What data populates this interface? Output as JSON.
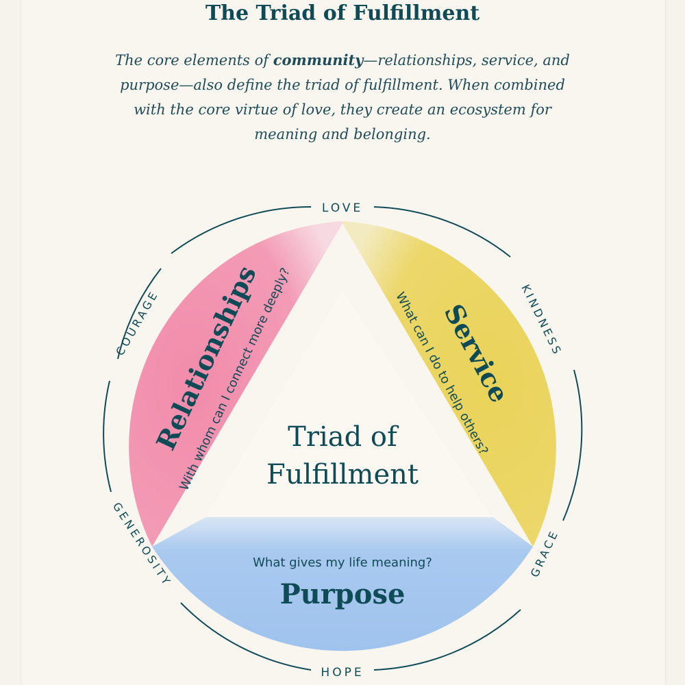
{
  "header": {
    "title": "The Triad of Fulfillment",
    "intro_before": "The core elements of ",
    "intro_bold": "community",
    "intro_after": "—relationships, service, and purpose—also define the triad of fulfillment. When combined with the core virtue of love, they create an ecosystem for meaning and belonging."
  },
  "diagram": {
    "center_line1": "Triad of",
    "center_line2": "Fulfillment",
    "relationships": {
      "label": "Relationships",
      "question": "With whom can I connect more deeply?"
    },
    "service": {
      "label": "Service",
      "question": "What can I do to help others?"
    },
    "purpose": {
      "label": "Purpose",
      "question": "What gives my life meaning?"
    },
    "virtues": {
      "love": "LOVE",
      "kindness": "KINDNESS",
      "grace": "GRACE",
      "hope": "HOPE",
      "generosity": "GENEROSITY",
      "courage": "COURAGE"
    }
  },
  "colors": {
    "ink": "#0f4b56",
    "pink": "#f28cab",
    "yellow": "#ead35a",
    "blue": "#9fc3ee",
    "background": "#f9f5ef"
  }
}
